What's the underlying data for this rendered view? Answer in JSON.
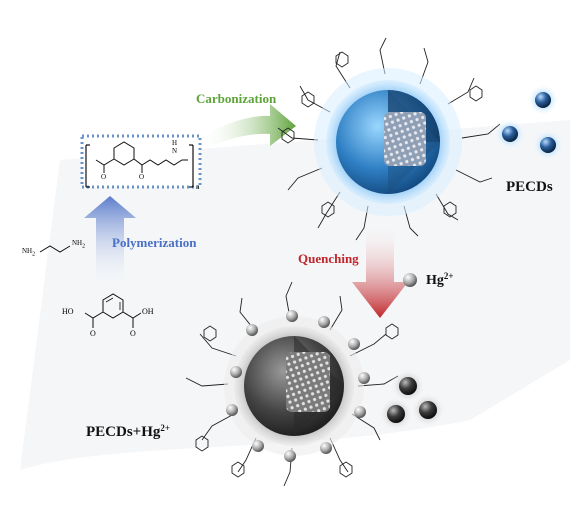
{
  "steps": {
    "polymerization": "Polymerization",
    "carbonization": "Carbonization",
    "quenching": "Quenching"
  },
  "products": {
    "pecds": "PECDs",
    "pecds_hg_base": "PECDs+Hg",
    "pecds_hg_charge": "2+"
  },
  "ion": {
    "symbol": "Hg",
    "charge": "2+"
  },
  "molecules": {
    "acid_left": "HO",
    "acid_right": "OH",
    "carbonyl_o": "O",
    "nh2": "NH",
    "subscript": "2",
    "n_h": "N",
    "h": "H",
    "n_index": "n"
  },
  "colors": {
    "polymerization": "#4a6fc6",
    "carbonization": "#5ea33a",
    "quenching": "#c0262b",
    "dot_blue": "#3c78d8",
    "glow": "#bfe3ff"
  }
}
